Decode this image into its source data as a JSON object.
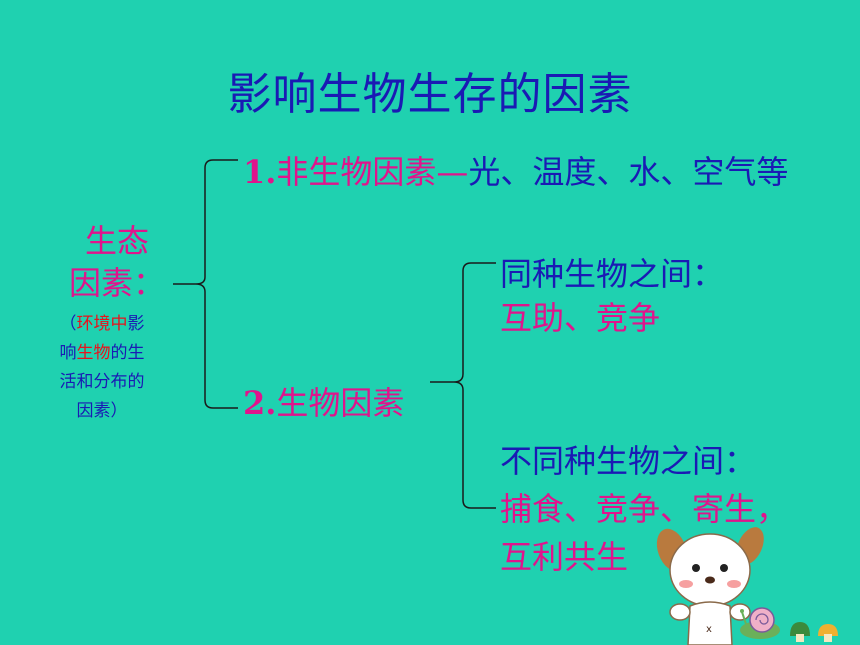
{
  "title": "影响生物生存的因素",
  "left": {
    "line1": "生态",
    "line2": "因素：",
    "note": {
      "open": "（",
      "env": "环境",
      "mid": "中",
      "influence": "影",
      "line2a": "响",
      "organism": "生物",
      "line2b": "的生",
      "line3": "活和分布的",
      "line4": "因素）"
    }
  },
  "item1": {
    "number": "1.",
    "label": "非生物因素",
    "dash": "—",
    "examples": "光、温度、水、空气等"
  },
  "item2": {
    "number": "2.",
    "label": "生物因素"
  },
  "sub1": {
    "heading": "同种生物之间：",
    "relations": "互助、竞争"
  },
  "sub2": {
    "heading": "不同种生物之间：",
    "relations": "捕食、竞争、寄生，互利共生"
  },
  "colors": {
    "background": "#1fd1b0",
    "title": "#1a1ab4",
    "magenta": "#e0148c",
    "red": "#e8121c"
  }
}
